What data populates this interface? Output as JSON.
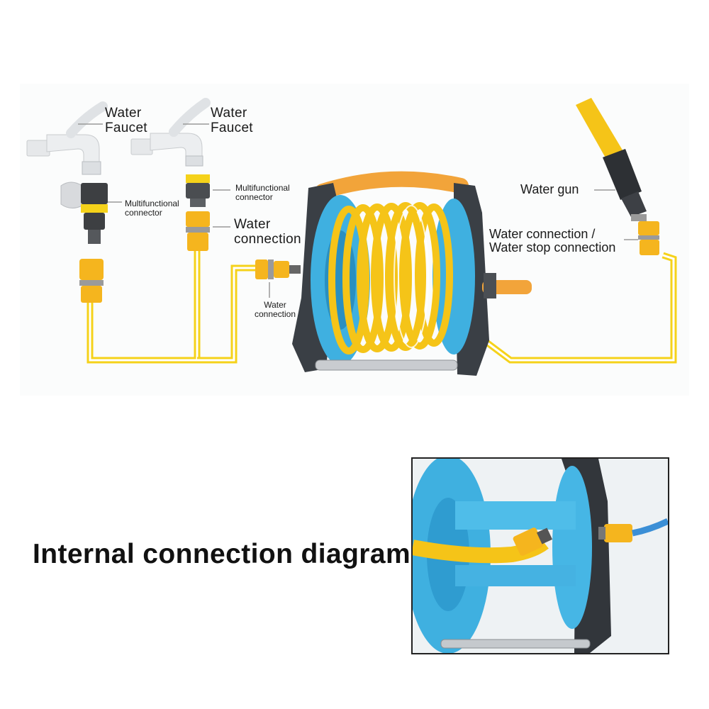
{
  "labels": {
    "faucet_left": [
      "Water",
      "Faucet"
    ],
    "faucet_right": [
      "Water",
      "Faucet"
    ],
    "multi_left": [
      "Multifunctional",
      "connector"
    ],
    "multi_right": [
      "Multifunctional",
      "connector"
    ],
    "water_connection_main": [
      "Water",
      "connection"
    ],
    "water_connection_small": [
      "Water",
      "connection"
    ],
    "water_gun": "Water gun",
    "stop_connection": [
      "Water connection /",
      "Water stop connection"
    ]
  },
  "internal_title": "Internal connection diagram",
  "colors": {
    "hose_yellow": "#f5d21a",
    "connector_orange": "#f5b51e",
    "reel_blue": "#3fb0e0",
    "frame_dark": "#3a3f45",
    "handle_orange": "#f2a43a"
  }
}
